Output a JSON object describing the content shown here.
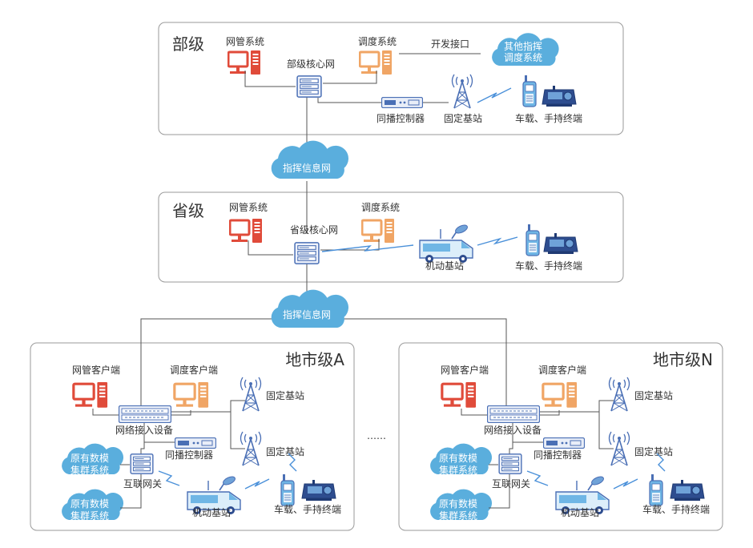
{
  "colors": {
    "client_red": "#e04b3a",
    "client_orange": "#f0a565",
    "cloud_blue": "#5aaedd",
    "device_blue": "#4a6fb5",
    "panel_border": "#9a9a9a",
    "text": "#333333",
    "signal": "#4a90d9"
  },
  "ministry": {
    "title": "部级",
    "nms": "网管系统",
    "dispatch": "调度系统",
    "core": "部级核心网",
    "open_interface": "开发接口",
    "other_system": [
      "其他指挥",
      "调度系统"
    ],
    "simulcast": "同播控制器",
    "base_station": "固定基站",
    "terminals": "车载、手持终端"
  },
  "cloud1": "指挥信息网",
  "province": {
    "title": "省级",
    "nms": "网管系统",
    "dispatch": "调度系统",
    "core": "省级核心网",
    "mobile_station": "机动基站",
    "terminals": "车载、手持终端"
  },
  "cloud2": "指挥信息网",
  "ellipsis": "……",
  "city_a": {
    "title": "地市级A",
    "nms": "网管客户端",
    "dispatch": "调度客户端",
    "access": "网络接入设备",
    "simulcast": "同播控制器",
    "gateway": "互联网关",
    "legacy1": [
      "原有数模",
      "集群系统"
    ],
    "legacy2": [
      "原有数模",
      "集群系统"
    ],
    "base1": "固定基站",
    "base2": "固定基站",
    "mobile_station": "机动基站",
    "terminals": "车载、手持终端"
  },
  "city_n": {
    "title": "地市级N",
    "nms": "网管客户端",
    "dispatch": "调度客户端",
    "access": "网络接入设备",
    "simulcast": "同播控制器",
    "gateway": "互联网关",
    "legacy1": [
      "原有数模",
      "集群系统"
    ],
    "legacy2": [
      "原有数模",
      "集群系统"
    ],
    "base1": "固定基站",
    "base2": "固定基站",
    "mobile_station": "机动基站",
    "terminals": "车载、手持终端"
  }
}
